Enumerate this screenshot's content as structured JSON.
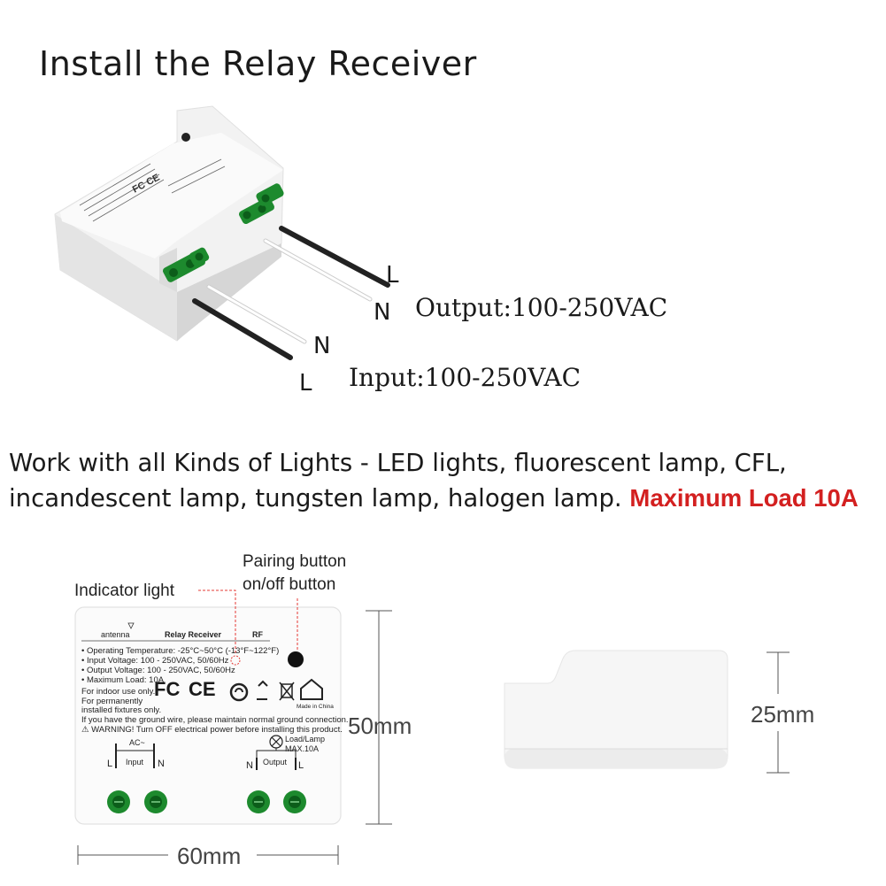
{
  "title": "Install the Relay Receiver",
  "wiring": {
    "output_L": "L",
    "output_N": "N",
    "input_N": "N",
    "input_L": "L",
    "output_spec": "Output:100-250VAC",
    "input_spec": "Input:100-250VAC"
  },
  "description": {
    "line1": "Work with all Kinds of Lights - LED lights, fluorescent lamp, CFL,",
    "line2": "incandescent lamp, tungsten lamp, halogen lamp.",
    "highlight": "Maximum Load 10A",
    "highlight_color": "#d32020"
  },
  "callouts": {
    "indicator": "Indicator light",
    "pairing": "Pairing button",
    "onoff": "on/off button"
  },
  "dimensions": {
    "height": "50mm",
    "width": "60mm",
    "depth": "25mm"
  },
  "device_label": {
    "antenna": "antenna",
    "name": "Relay Receiver",
    "rf": "RF",
    "spec_lines": [
      "• Operating Temperature: -25°C~50°C (-13°F~122°F)",
      "• Input Voltage: 100 - 250VAC, 50/60Hz",
      "• Output Voltage: 100 - 250VAC, 50/60Hz",
      "• Maximum Load: 10A"
    ],
    "indoor": "For indoor use only.",
    "permanent1": "For permanently",
    "permanent2": "installed fixtures only.",
    "ground": "If you have the ground wire, please maintain normal ground connection.",
    "warning": "⚠ WARNING! Turn OFF electrical power before installing this product.",
    "made_in": "Made in China",
    "ac": "AC~",
    "input": "Input",
    "output": "Output",
    "load": "Load/Lamp",
    "max": "MAX.10A",
    "L": "L",
    "N": "N",
    "fc": "FC",
    "ce": "CE"
  }
}
